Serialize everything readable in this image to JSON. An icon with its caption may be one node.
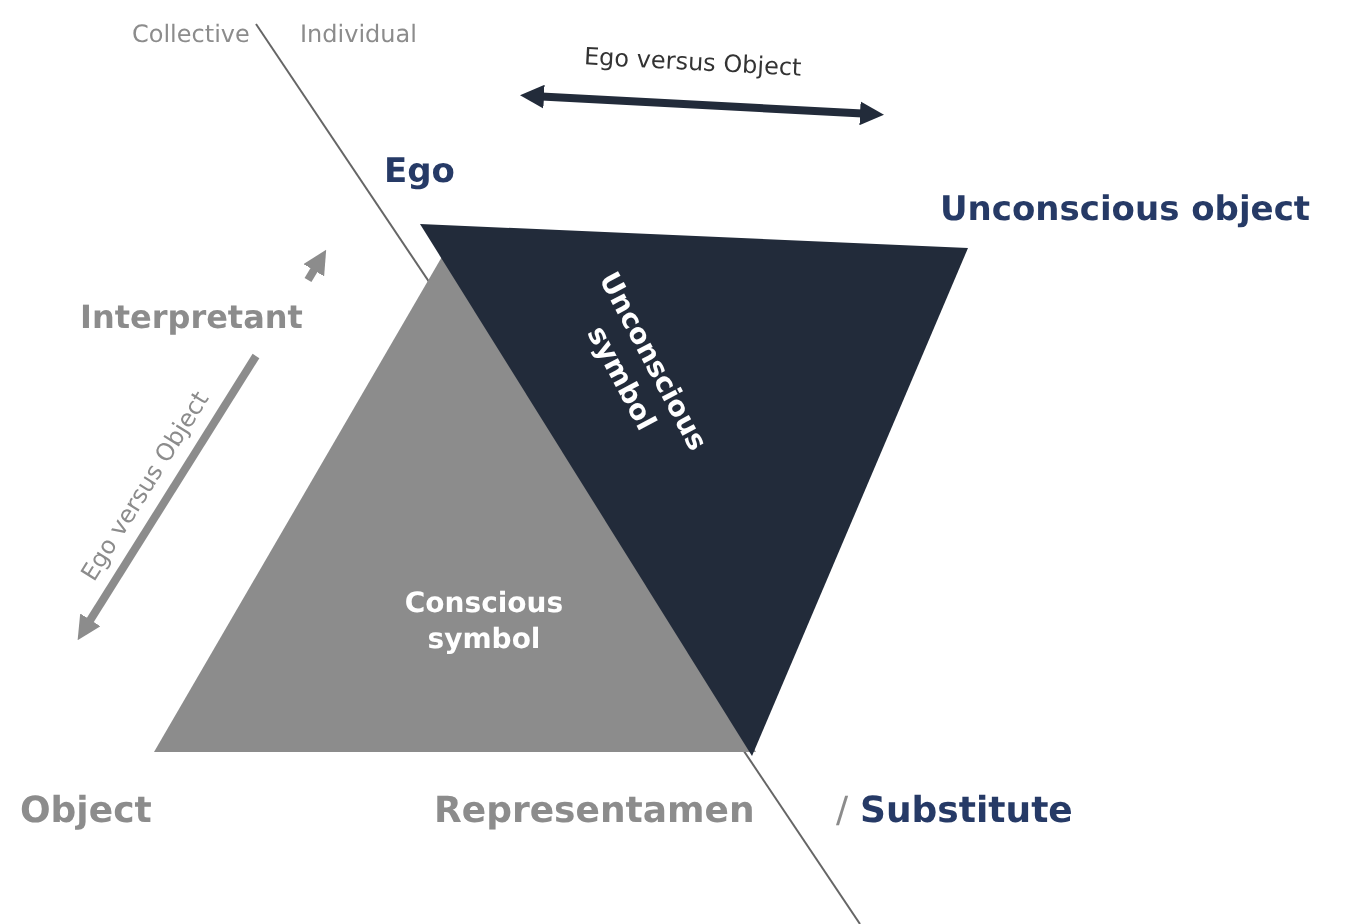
{
  "diagram": {
    "nodes": [
      {
        "text": [
          "Conscious symbol"
        ]
      },
      {
        "text": [
          "Unconscious symbol"
        ]
      }
    ],
    "labels": [
      "Collective",
      "Individual",
      "Ego versus Object",
      "Ego",
      "Unconscious object",
      "Interpretant",
      "Ego versus Object",
      "Object",
      "Representamen",
      "/",
      "Substitute"
    ]
  }
}
